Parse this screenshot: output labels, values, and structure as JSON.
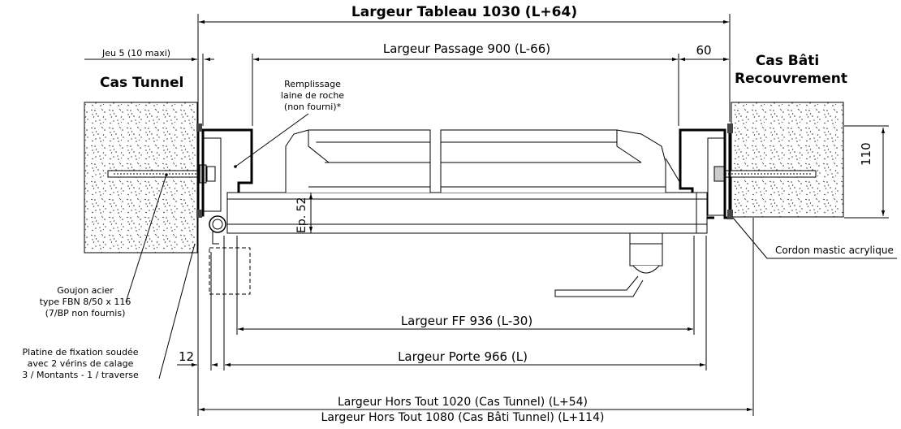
{
  "labels": {
    "largeur_tableau": "Largeur Tableau 1030 (L+64)",
    "largeur_passage": "Largeur Passage 900 (L-66)",
    "jeu": "Jeu 5 (10 maxi)",
    "cote_60": "60",
    "cas_tunnel": "Cas Tunnel",
    "cas_bati_line1": "Cas Bâti",
    "cas_bati_line2": "Recouvrement",
    "remplissage_line1": "Remplissage",
    "remplissage_line2": "laine de roche",
    "remplissage_line3": "(non fourni)*",
    "cote_110": "110",
    "ep": "Ep. 52",
    "cordon": "Cordon mastic acrylique",
    "goujon_line1": "Goujon acier",
    "goujon_line2": "type FBN 8/50 x 116",
    "goujon_line3": "(7/BP non fournis)",
    "largeur_ff": "Largeur FF 936 (L-30)",
    "platine_line1": "Platine de fixation soudée",
    "platine_line2": "avec 2 vérins de calage",
    "platine_line3": "3 / Montants - 1 / traverse",
    "cote_12": "12",
    "largeur_porte": "Largeur Porte 966 (L)",
    "hors_tout_1020": "Largeur Hors Tout 1020 (Cas Tunnel)  (L+54)",
    "hors_tout_1080": "Largeur Hors Tout 1080 (Cas Bâti Tunnel) (L+114)"
  }
}
